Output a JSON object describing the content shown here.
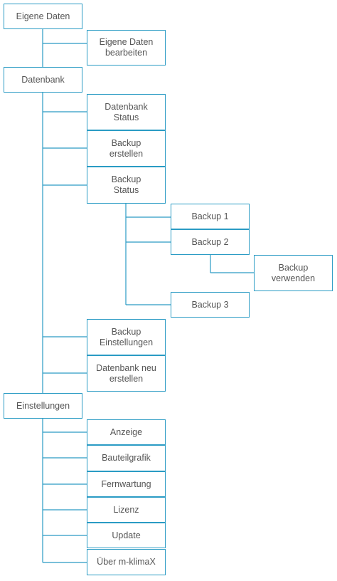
{
  "accent_color": "#2a9bc4",
  "nodes": [
    {
      "id": "eigene-daten",
      "label": "Eigene Daten"
    },
    {
      "id": "eigene-daten-bearbeiten",
      "label": "Eigene Daten\nbearbeiten"
    },
    {
      "id": "datenbank",
      "label": "Datenbank"
    },
    {
      "id": "datenbank-status",
      "label": "Datenbank\nStatus"
    },
    {
      "id": "backup-erstellen",
      "label": "Backup\nerstellen"
    },
    {
      "id": "backup-status",
      "label": "Backup\nStatus"
    },
    {
      "id": "backup-1",
      "label": "Backup 1"
    },
    {
      "id": "backup-2",
      "label": "Backup 2"
    },
    {
      "id": "backup-verwenden",
      "label": "Backup\nverwenden"
    },
    {
      "id": "backup-3",
      "label": "Backup 3"
    },
    {
      "id": "backup-einstellungen",
      "label": "Backup\nEinstellungen"
    },
    {
      "id": "datenbank-neu-erstellen",
      "label": "Datenbank neu\nerstellen"
    },
    {
      "id": "einstellungen",
      "label": "Einstellungen"
    },
    {
      "id": "anzeige",
      "label": "Anzeige"
    },
    {
      "id": "bauteilgrafik",
      "label": "Bauteilgrafik"
    },
    {
      "id": "fernwartung",
      "label": "Fernwartung"
    },
    {
      "id": "lizenz",
      "label": "Lizenz"
    },
    {
      "id": "update",
      "label": "Update"
    },
    {
      "id": "ueber-m-klimax",
      "label": "Über m-klimaX"
    }
  ]
}
